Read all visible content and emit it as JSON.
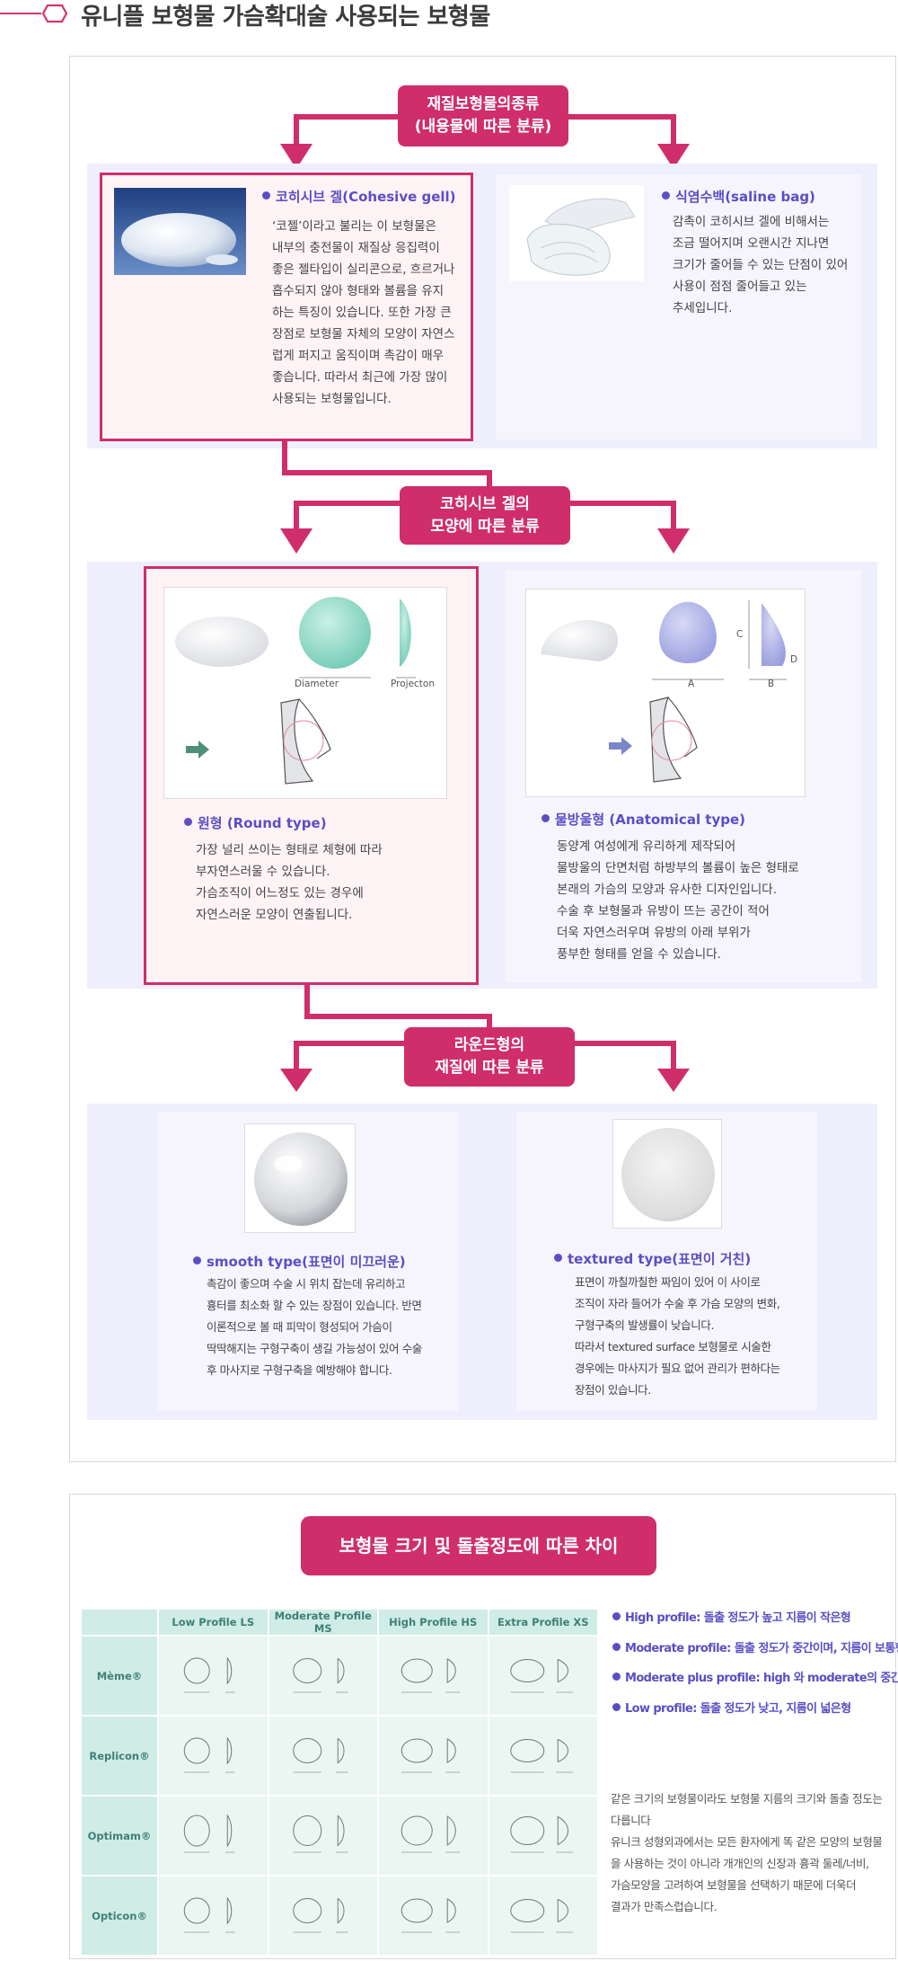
{
  "page_title": "유니플 보형물 가슴확대술 사용되는 보형물",
  "section1": {
    "heading": "재질보형물의종류\n(내용물에 따른 분류)",
    "left": {
      "title": "코히시브 겔(Cohesive gell)",
      "body": "‘코젤’이라고 불리는 이 보형물은\n내부의 충전물이 재질상 응집력이\n좋은 젤타입이 실리콘으로, 흐르거나\n흡수되지 않아 형태와 볼륨을 유지\n하는 특징이 있습니다. 또한 가장 큰\n장점로 보형물 자체의 모양이 자연스\n럽게 퍼지고 움직이며 촉감이 매우\n좋습니다. 따라서 최근에 가장 많이\n사용되는 보형물입니다."
    },
    "right": {
      "title": "식염수백(saline bag)",
      "body": "감촉이 코히시브 겔에 비해서는\n조금 떨어지며 오랜시간 지나면\n크기가 줄어들 수 있는 단점이 있어\n사용이 점점 줄어들고 있는\n추세입니다."
    }
  },
  "section2": {
    "heading": "코히시브 겔의\n모양에 따른 분류",
    "left": {
      "diagram_labels": {
        "diameter": "Diameter",
        "projection": "Projecton"
      },
      "title": "원형 (Round type)",
      "body": "가장 널리 쓰이는 형태로 체형에 따라\n 부자연스러울 수 있습니다.\n가슴조직이 어느정도 있는 경우에\n자연스러운 모양이 연출됩니다."
    },
    "right": {
      "diagram_labels": {
        "a": "A",
        "b": "B",
        "c": "C",
        "d": "D"
      },
      "title": "물방울형 (Anatomical type)",
      "body": "동양계 여성에게 유리하게 제작되어\n물방울의 단면처럼 하방부의 볼륨이 높은 형태로\n본래의 가슴의 모양과 유사한 디자인입니다.\n수술 후 보형물과 유방이 뜨는 공간이 적어\n더욱 자연스러우며 유방의 아래 부위가\n풍부한 형태를 얻을 수 있습니다."
    }
  },
  "section3": {
    "heading": "라운드형의\n재질에 따른 분류",
    "left": {
      "title": "smooth type(표면이 미끄러운)",
      "body": "촉감이 좋으며 수술 시 위치 잡는데 유리하고\n흉터를 최소화 할 수 있는 장점이 있습니다. 반면\n이론적으로 볼 때 피막이 형성되어 가슴이\n딱딱해지는 구형구축이 생길 가능성이 있어 수술\n후 마사지로 구형구축을 예방해야 합니다."
    },
    "right": {
      "title": "textured type(표면이 거친)",
      "body": "표면이 까칠까칠한 짜임이 있어 이 사이로\n조직이 자라 들어가 수술 후 가슴 모양의 변화,\n구형구축의 발생률이 낮습니다.\n따라서 textured surface 보형물로 시술한\n경우에는 마사지가 필요 없어 관리가 편하다는\n장점이 있습니다."
    }
  },
  "section4": {
    "heading": "보형물 크기 및 돌출정도에 따른 차이",
    "columns": [
      "Low Profile LS",
      "Moderate Profile MS",
      "High Profile HS",
      "Extra Profile XS"
    ],
    "rows": [
      "Mème®",
      "Replicon®",
      "Optimam®",
      "Opticon®"
    ],
    "legend": [
      "High profile: 돌출 정도가 높고 지름이 작은형",
      "Moderate profile: 돌출 정도가 중간이며, 지름이 보통형",
      "Moderate plus profile: high 와 moderate의 중간형",
      "Low profile: 돌출 정도가 낮고, 지름이 넓은형"
    ],
    "closing": "같은 크기의 보형물이라도 보형물 지름의 크기와 돌출 정도는\n다릅니다\n유니크 성형외과에서는 모든 환자에게 똑 같은 모양의 보형물\n을 사용하는 것이 아니라 개개인의 신장과 흉곽 둘레/너비,\n가슴모양을 고려하여 보형물을 선택하기 때문에 더욱더\n결과가 만족스럽습니다."
  },
  "colors": {
    "accent": "#cf2e6a",
    "bullet": "#5b4ec4",
    "band": "#eeeefc",
    "table": "#cfece6"
  }
}
